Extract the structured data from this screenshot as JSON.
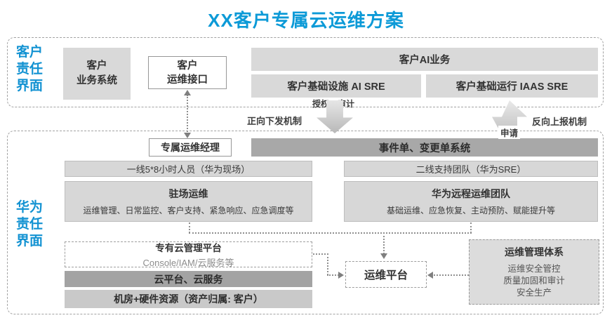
{
  "title": "XX客户专属云运维方案",
  "customer_panel": {
    "label_lines": [
      "客户",
      "责任",
      "界面"
    ],
    "business_system_lines": [
      "客户",
      "业务系统"
    ],
    "om_interface_lines": [
      "客户",
      "运维接口"
    ],
    "ai_business": "客户AI业务",
    "infra_ai_sre": "客户基础设施 AI SRE",
    "base_iaas_sre": "客户基础运行 IAAS SRE"
  },
  "flow": {
    "auth_audit": "授权、审计",
    "forward": "正向下发机制",
    "reverse": "反向上报机制",
    "apply": "申请"
  },
  "huawei_panel": {
    "label_lines": [
      "华为",
      "责任",
      "界面"
    ],
    "om_manager": "专属运维经理",
    "ticket_system": "事件单、变更单系统",
    "line1_team": "一线5*8小时人员（华为现场）",
    "line2_team": "二线支持团队（华为SRE）",
    "onsite": {
      "title": "驻场运维",
      "detail": "运维管理、日常监控、客户支持、紧急响应、应急调度等"
    },
    "remote": {
      "title": "华为远程运维团队",
      "detail": "基础运维、应急恢复、主动预防、赋能提升等"
    },
    "private_cloud": {
      "title": "专有云管理平台",
      "detail": "Console/IAM/云服务等"
    },
    "cloud_services": "云平台、云服务",
    "datacenter": "机房+硬件资源（资产归属: 客户）",
    "om_platform": "运维平台",
    "om_framework": {
      "title": "运维管理体系",
      "lines": [
        "运维安全管控",
        "质量加固和审计",
        "安全生产"
      ]
    }
  },
  "colors": {
    "accent_blue": "#0c9ad7",
    "light_gray_box": "#d9d9d9",
    "dark_gray_box": "#a8a8a8",
    "mid_gray_box": "#c9c9c9"
  }
}
